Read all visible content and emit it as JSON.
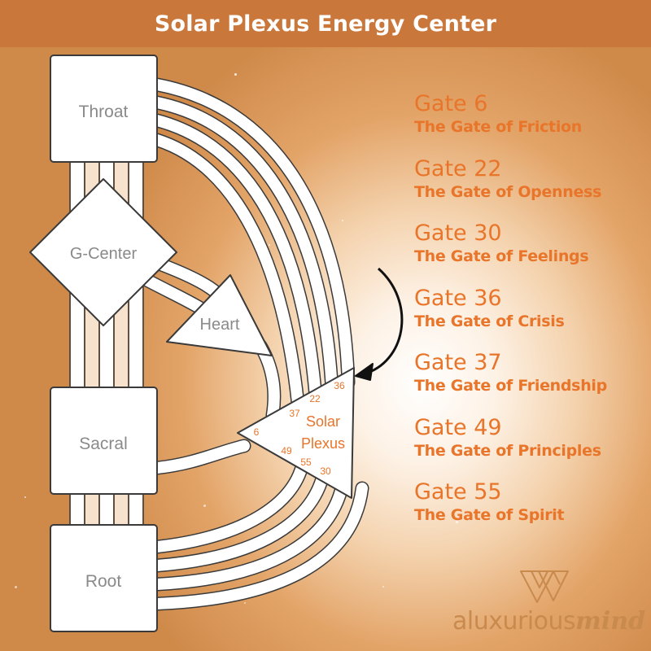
{
  "header": {
    "title": "Solar Plexus Energy Center"
  },
  "centers": {
    "throat": "Throat",
    "g_center": "G-Center",
    "heart": "Heart",
    "sacral": "Sacral",
    "root": "Root",
    "solar_plexus_line1": "Solar",
    "solar_plexus_line2": "Plexus"
  },
  "solar_plexus_gate_labels": {
    "g36": "36",
    "g22": "22",
    "g37": "37",
    "g6": "6",
    "g49": "49",
    "g55": "55",
    "g30": "30"
  },
  "gates": [
    {
      "number": "Gate 6",
      "name": "The Gate of Friction"
    },
    {
      "number": "Gate 22",
      "name": "The Gate of Openness"
    },
    {
      "number": "Gate 30",
      "name": "The Gate of Feelings"
    },
    {
      "number": "Gate 36",
      "name": "The Gate of Crisis"
    },
    {
      "number": "Gate 37",
      "name": "The Gate of Friendship"
    },
    {
      "number": "Gate 49",
      "name": "The Gate of Principles"
    },
    {
      "number": "Gate 55",
      "name": "The Gate of Spirit"
    }
  ],
  "brand": {
    "part1": "aluxurious",
    "part2": "mind"
  },
  "colors": {
    "accent": "#e8752a",
    "header_bg": "#c9773a",
    "outline": "#3a3a3a",
    "center_text": "#8a8a8a"
  }
}
